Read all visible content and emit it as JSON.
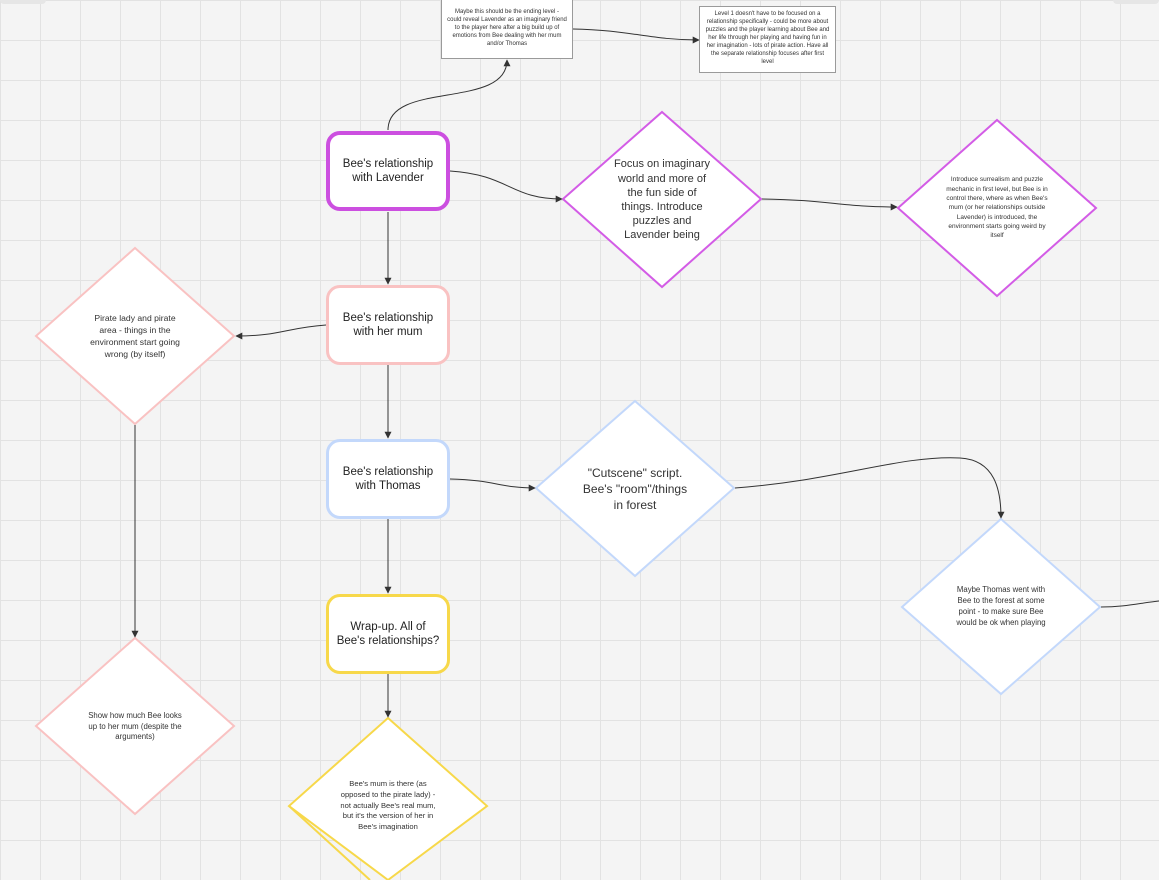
{
  "nodes": {
    "lavender": "Bee's relationship with Lavender",
    "mum": "Bee's relationship with her mum",
    "thomas": "Bee's relationship with Thomas",
    "wrapup": "Wrap-up. All of Bee's relationships?"
  },
  "notes": {
    "ending": "Maybe this should be the ending level - could reveal Lavender as an imaginary friend to the player here after a big build up of emotions from Bee dealing with her mum and/or Thomas",
    "level1": "Level 1 doesn't have to be focused on a relationship specifically - could be more about puzzles and the player learning about Bee and her life through her playing and having fun in her imagination - lots of pirate action. Have all the separate relationship focuses after first level"
  },
  "diamonds": {
    "imaginary": "Focus on imaginary world and more of the fun side of things. Introduce puzzles and Lavender being",
    "surrealism": "Introduce surrealism and puzzle mechanic in first level, but Bee is in control there, where as when Bee's mum (or her relationships outside Lavender) is introduced, the environment starts going weird by itself",
    "pirate": "Pirate lady and pirate area - things in the environment start going wrong (by itself)",
    "looksup": "Show how much Bee looks up to her mum (despite the arguments)",
    "cutscene": "\"Cutscene\" script. Bee's \"room\"/things in forest",
    "forest": "Maybe Thomas went with Bee to the forest at some point - to make sure Bee would be ok when playing",
    "mumthere": "Bee's mum is there (as opposed to the pirate lady) - not actually Bee's real mum, but it's the version of her in Bee's imagination"
  },
  "colors": {
    "purple": "#cc4fe0",
    "purple_diamond": "#d35ce6",
    "pink": "#f9c2c2",
    "blue": "#c3d8fb",
    "yellow": "#f7d84a",
    "connector": "#333333",
    "note_border": "#9a9a9a"
  }
}
